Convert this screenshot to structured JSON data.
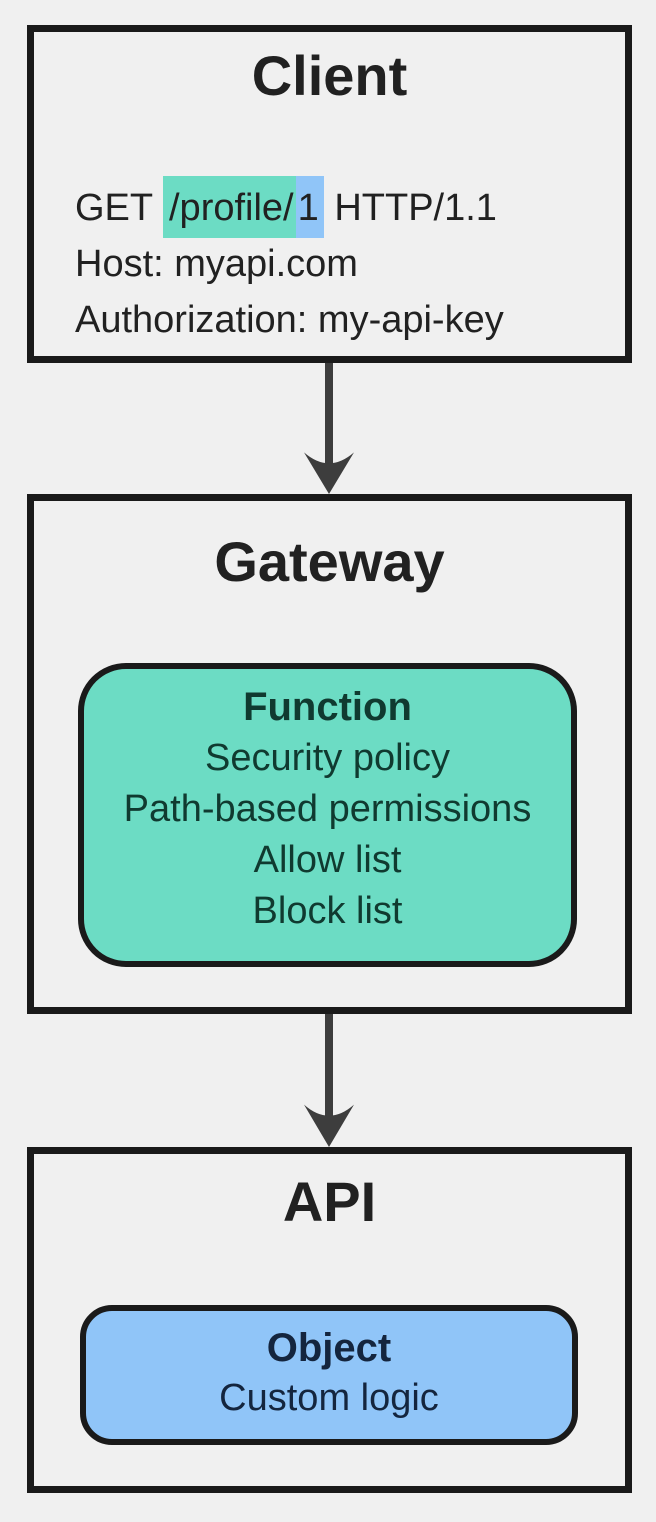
{
  "client": {
    "title": "Client",
    "request": {
      "method": "GET ",
      "path": "/profile/",
      "id": "1",
      "protocol": " HTTP/1.1",
      "host": "Host: myapi.com",
      "authorization": "Authorization: my-api-key"
    }
  },
  "gateway": {
    "title": "Gateway",
    "function": {
      "title": "Function",
      "items": [
        "Security policy",
        "Path-based permissions",
        "Allow list",
        "Block list"
      ]
    }
  },
  "api": {
    "title": "API",
    "object": {
      "title": "Object",
      "items": [
        "Custom logic"
      ]
    }
  },
  "colors": {
    "background": "#F0F0F0",
    "box_border": "#1A1A1A",
    "arrow": "#3D3D3D",
    "teal_fill": "#6CDCC4",
    "blue_fill": "#90C5F8",
    "teal_text": "#103A30",
    "blue_text": "#14253E",
    "text": "#212121"
  }
}
